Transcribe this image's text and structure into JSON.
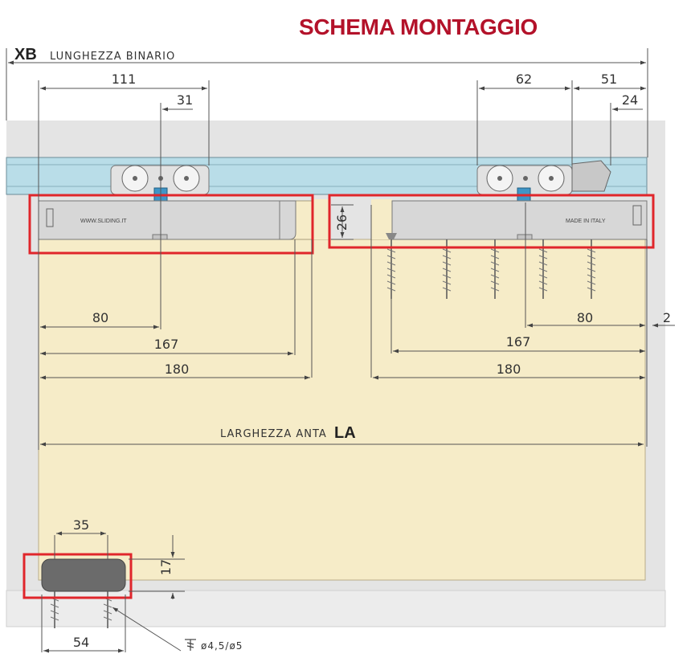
{
  "title": "SCHEMA MONTAGGIO",
  "colors": {
    "title": "#b3122a",
    "door": "#f6ecc8",
    "rail": "#b9dde8",
    "highlight": "#e0262b",
    "bracket": "#d7d7d7",
    "stop": "#6b6b6b",
    "wall": "#e4e4e4"
  },
  "labels": {
    "xb": "XB",
    "xb_caption": "LUNGHEZZA BINARIO",
    "la_caption": "LARGHEZZA ANTA",
    "la": "LA",
    "brand_left": "WWW.SLIDING.IT",
    "brand_right": "MADE IN ITALY",
    "screw": "ø4,5/ø5",
    "screw_icon": "screw-icon"
  },
  "dims": {
    "d111": "111",
    "d31": "31",
    "d62": "62",
    "d51": "51",
    "d24": "24",
    "d26": "26",
    "d80l": "80",
    "d167l": "167",
    "d180l": "180",
    "d80r": "80",
    "d2": "2",
    "d167r": "167",
    "d180r": "180",
    "d35": "35",
    "d17": "17",
    "d54": "54"
  }
}
